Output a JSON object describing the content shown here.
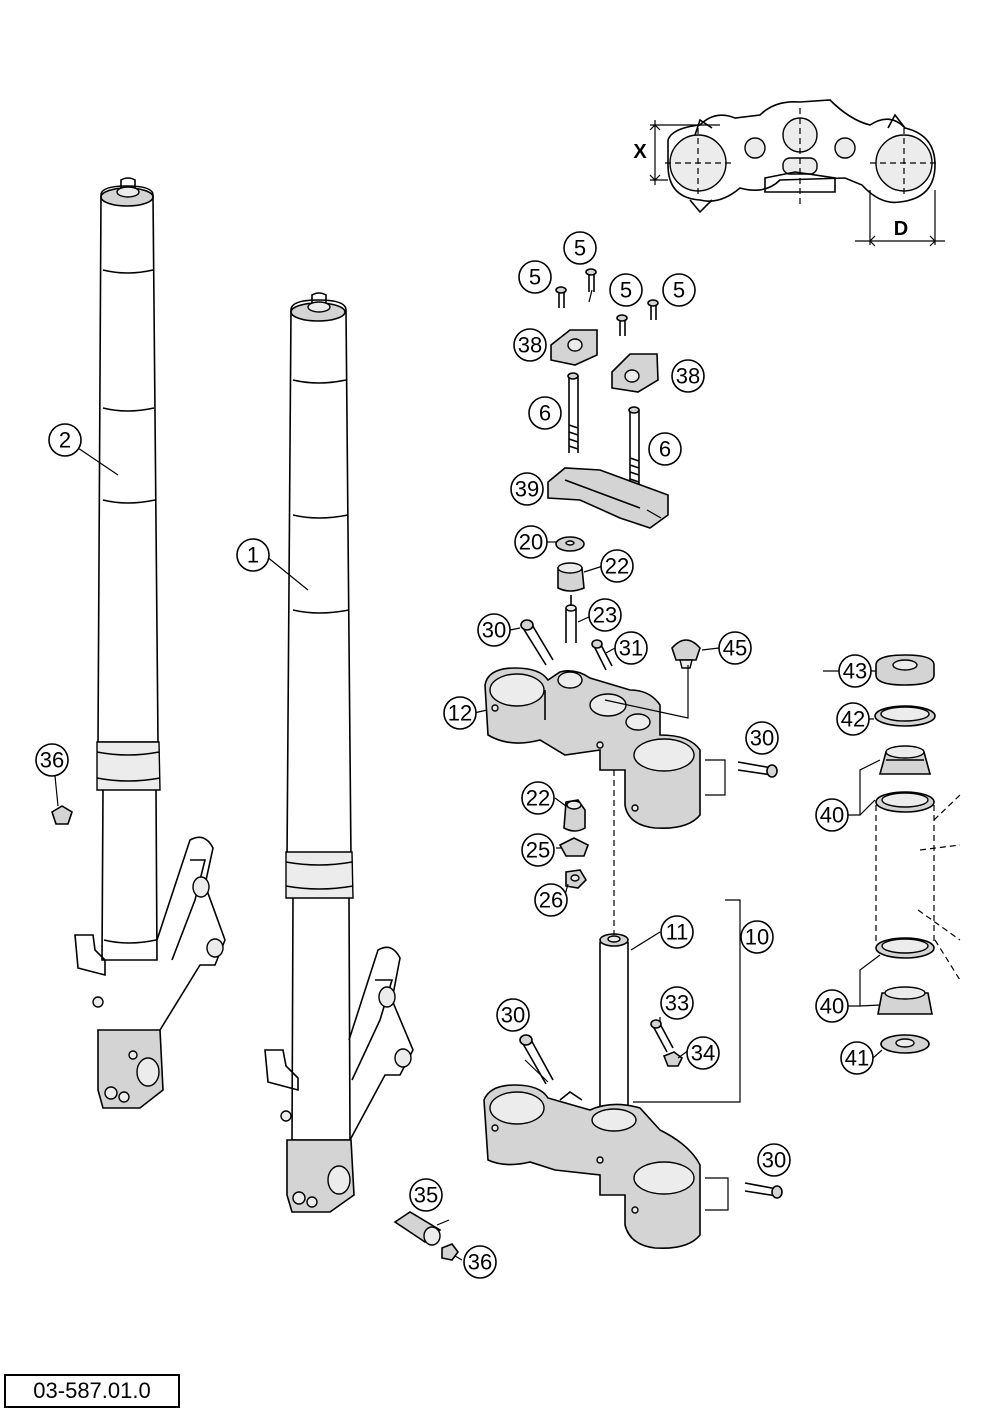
{
  "drawing_number": "03-587.01.0",
  "dimension_labels": {
    "x": "X",
    "d": "D"
  },
  "callouts": [
    {
      "id": "c1",
      "label": "1"
    },
    {
      "id": "c2",
      "label": "2"
    },
    {
      "id": "c5a",
      "label": "5"
    },
    {
      "id": "c5b",
      "label": "5"
    },
    {
      "id": "c5c",
      "label": "5"
    },
    {
      "id": "c5d",
      "label": "5"
    },
    {
      "id": "c38a",
      "label": "38"
    },
    {
      "id": "c38b",
      "label": "38"
    },
    {
      "id": "c6a",
      "label": "6"
    },
    {
      "id": "c6b",
      "label": "6"
    },
    {
      "id": "c39",
      "label": "39"
    },
    {
      "id": "c20",
      "label": "20"
    },
    {
      "id": "c22a",
      "label": "22"
    },
    {
      "id": "c23",
      "label": "23"
    },
    {
      "id": "c30a",
      "label": "30"
    },
    {
      "id": "c31",
      "label": "31"
    },
    {
      "id": "c45",
      "label": "45"
    },
    {
      "id": "c12",
      "label": "12"
    },
    {
      "id": "c30b",
      "label": "30"
    },
    {
      "id": "c22b",
      "label": "22"
    },
    {
      "id": "c25",
      "label": "25"
    },
    {
      "id": "c26",
      "label": "26"
    },
    {
      "id": "c11",
      "label": "11"
    },
    {
      "id": "c10",
      "label": "10"
    },
    {
      "id": "c33",
      "label": "33"
    },
    {
      "id": "c34",
      "label": "34"
    },
    {
      "id": "c30c",
      "label": "30"
    },
    {
      "id": "c30d",
      "label": "30"
    },
    {
      "id": "c35",
      "label": "35"
    },
    {
      "id": "c36a",
      "label": "36"
    },
    {
      "id": "c36b",
      "label": "36"
    },
    {
      "id": "c43",
      "label": "43"
    },
    {
      "id": "c42",
      "label": "42"
    },
    {
      "id": "c40a",
      "label": "40"
    },
    {
      "id": "c40b",
      "label": "40"
    },
    {
      "id": "c41",
      "label": "41"
    }
  ]
}
